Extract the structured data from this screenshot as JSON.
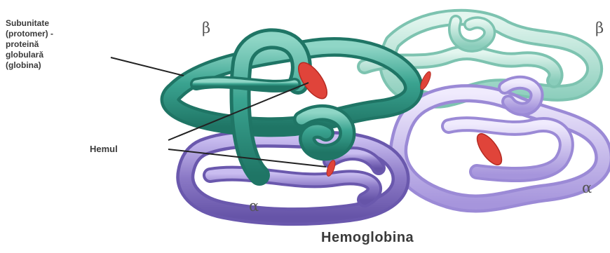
{
  "labels": {
    "subunit": "Subunitate\n(protomer) -\nproteină\nglobulară\n(globina)",
    "heme": "Hemul",
    "title": "Hemoglobina"
  },
  "subunit_symbols": {
    "beta_left": "β",
    "beta_right": "β",
    "alpha_left": "α",
    "alpha_right": "α"
  },
  "colors": {
    "beta_dark": "#2f9684",
    "beta_dark_light": "#8fd6c6",
    "beta_light": "#9fd9c9",
    "beta_light_highlight": "#d9f2ea",
    "alpha_dark": "#8b79c6",
    "alpha_dark_light": "#c9bdf0",
    "alpha_light": "#b7a8e6",
    "alpha_light_highlight": "#ebe5fb",
    "heme": "#e0443a",
    "leader_line": "#222222"
  }
}
